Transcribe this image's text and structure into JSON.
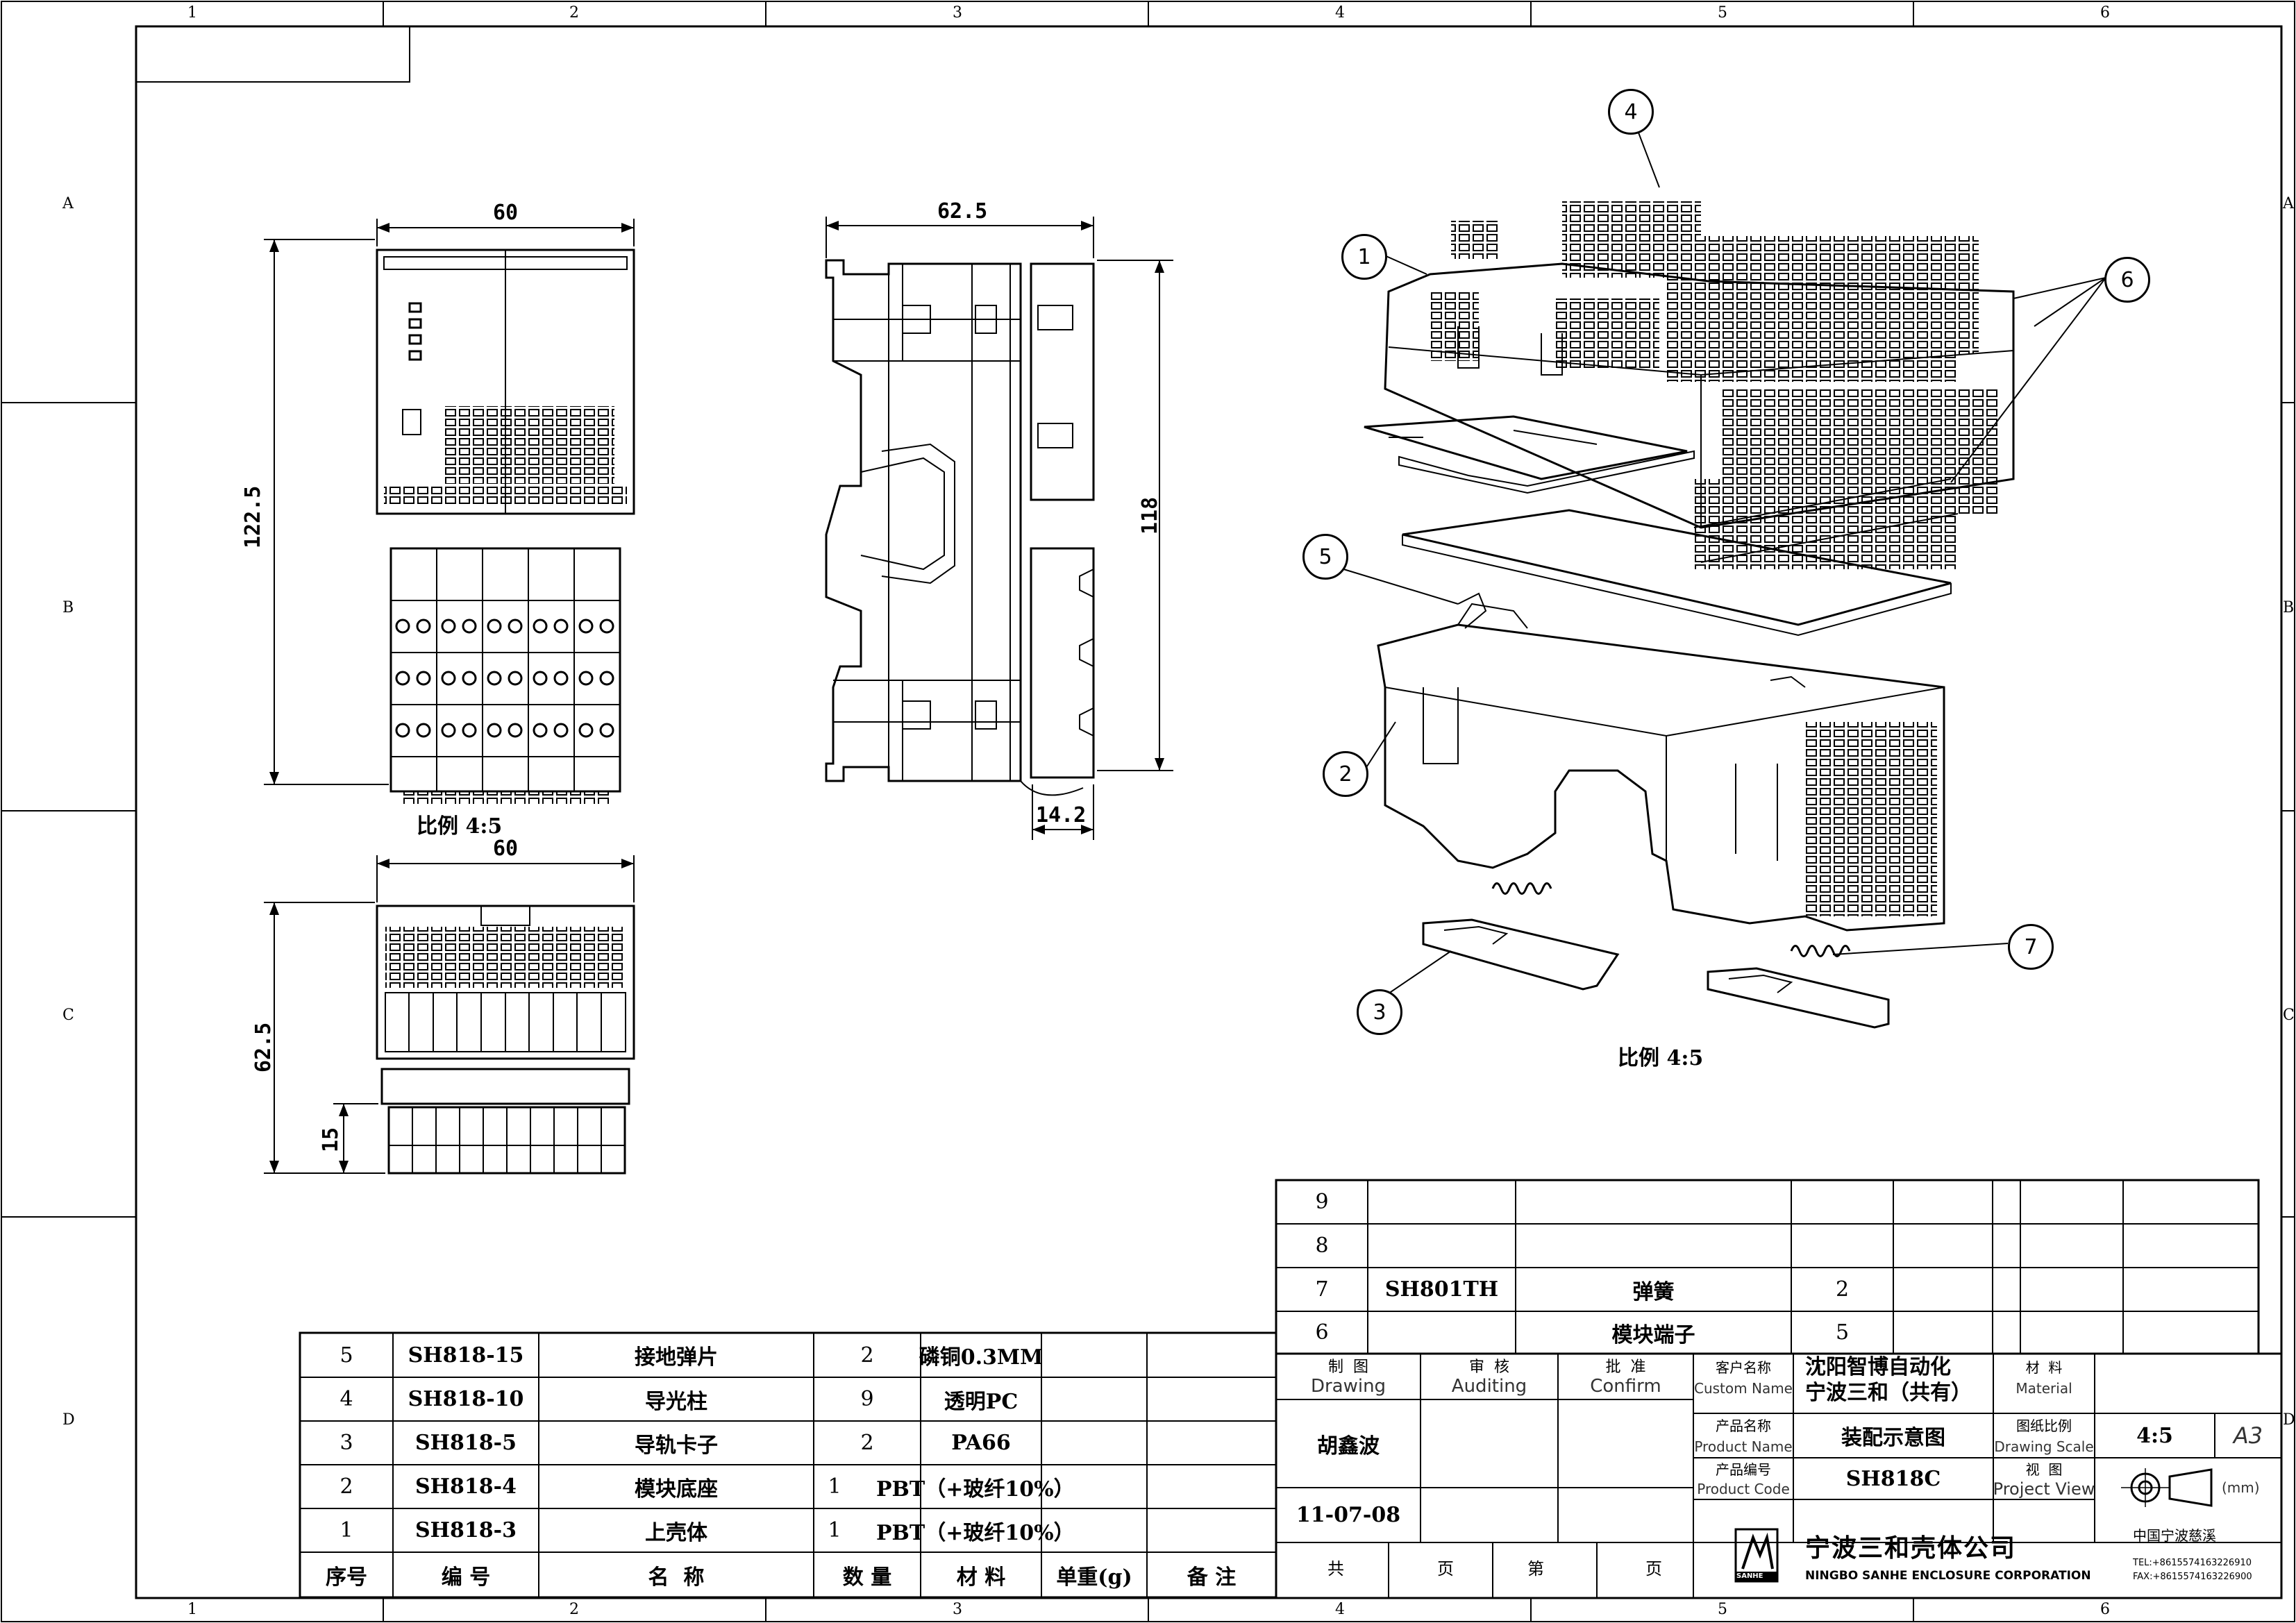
{
  "grid": {
    "columns": [
      "1",
      "2",
      "3",
      "4",
      "5",
      "6"
    ],
    "rows": [
      "A",
      "B",
      "C",
      "D"
    ]
  },
  "views": {
    "front": {
      "width_dim": "60",
      "height_dim": "122.5",
      "scale": "比例 4:5"
    },
    "side": {
      "width_dim": "62.5",
      "height_dim": "118",
      "bottom_dim": "14.2"
    },
    "top": {
      "width_dim": "60",
      "height_dim": "62.5",
      "bottom_dim": "15"
    },
    "exploded": {
      "scale": "比例 4:5",
      "balloons": [
        "1",
        "2",
        "3",
        "4",
        "5",
        "6",
        "7"
      ]
    }
  },
  "parts_upper": {
    "rows": [
      {
        "no": "9",
        "code": "",
        "name": "",
        "qty": ""
      },
      {
        "no": "8",
        "code": "",
        "name": "",
        "qty": ""
      },
      {
        "no": "7",
        "code": "SH801TH",
        "name": "弹簧",
        "qty": "2"
      },
      {
        "no": "6",
        "code": "",
        "name": "模块端子",
        "qty": "5"
      }
    ]
  },
  "parts_lower": {
    "rows": [
      {
        "no": "5",
        "code": "SH818-15",
        "name": "接地弹片",
        "qty": "2",
        "material": "磷铜0.3MM"
      },
      {
        "no": "4",
        "code": "SH818-10",
        "name": "导光柱",
        "qty": "9",
        "material": "透明PC"
      },
      {
        "no": "3",
        "code": "SH818-5",
        "name": "导轨卡子",
        "qty": "2",
        "material": "PA66"
      },
      {
        "no": "2",
        "code": "SH818-4",
        "name": "模块底座",
        "qty": "1",
        "material": "PBT（+玻纤10%）"
      },
      {
        "no": "1",
        "code": "SH818-3",
        "name": "上壳体",
        "qty": "1",
        "material": "PBT（+玻纤10%）"
      }
    ],
    "header": {
      "no": "序号",
      "code": "编 号",
      "name": "名  称",
      "qty": "数 量",
      "material": "材 料",
      "weight": "单重(g)",
      "remark": "备 注"
    }
  },
  "title_block": {
    "drawing_cn": "制  图",
    "drawing_en": "Drawing",
    "auditing_cn": "审  核",
    "auditing_en": "Auditing",
    "confirm_cn": "批  准",
    "confirm_en": "Confirm",
    "customer_cn": "客户名称",
    "customer_en": "Custom Name",
    "customer": "沈阳智博自动化\n宁波三和（共有）",
    "customer_line1": "沈阳智博自动化",
    "customer_line2": "宁波三和（共有）",
    "material_cn": "材  料",
    "material_en": "Material",
    "product_name_cn": "产品名称",
    "product_name_en": "Product Name",
    "product_name": "装配示意图",
    "scale_cn": "图纸比例",
    "scale_en": "Drawing Scale",
    "scale": "4:5",
    "sheet_size": "A3",
    "product_code_cn": "产品编号",
    "product_code_en": "Product Code",
    "product_code": "SH818C",
    "view_cn": "视  图",
    "view_en": "Project View",
    "unit": "(mm)",
    "drawer": "胡鑫波",
    "date": "11-07-08",
    "page_total_prefix": "共",
    "page_unit": "页",
    "page_cur_prefix": "第",
    "company_cn": "宁波三和壳体公司",
    "company_en": "NINGBO SANHE ENCLOSURE CORPORATION",
    "logo_text": "SANHE",
    "location": "中国宁波慈溪",
    "tel": "TEL:+8615574163226910",
    "fax": "FAX:+8615574163226900"
  }
}
